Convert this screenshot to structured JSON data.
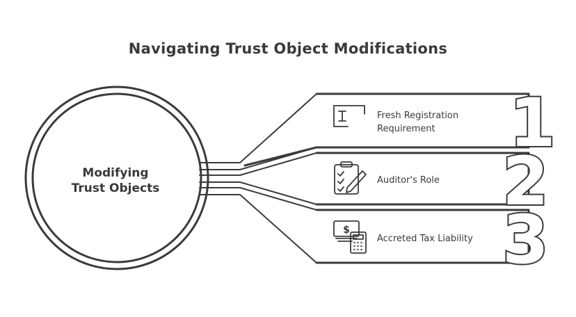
{
  "title": "Navigating Trust Object Modifications",
  "hub": {
    "line1": "Modifying",
    "line2": "Trust Objects"
  },
  "items": [
    {
      "number": "1",
      "label_line1": "Fresh Registration",
      "label_line2": "Requirement",
      "icon": "text-cursor-box-icon"
    },
    {
      "number": "2",
      "label_line1": "Auditor's Role",
      "label_line2": "",
      "icon": "clipboard-pen-icon"
    },
    {
      "number": "3",
      "label_line1": "Accreted Tax Liability",
      "label_line2": "",
      "icon": "money-calculator-icon"
    }
  ]
}
